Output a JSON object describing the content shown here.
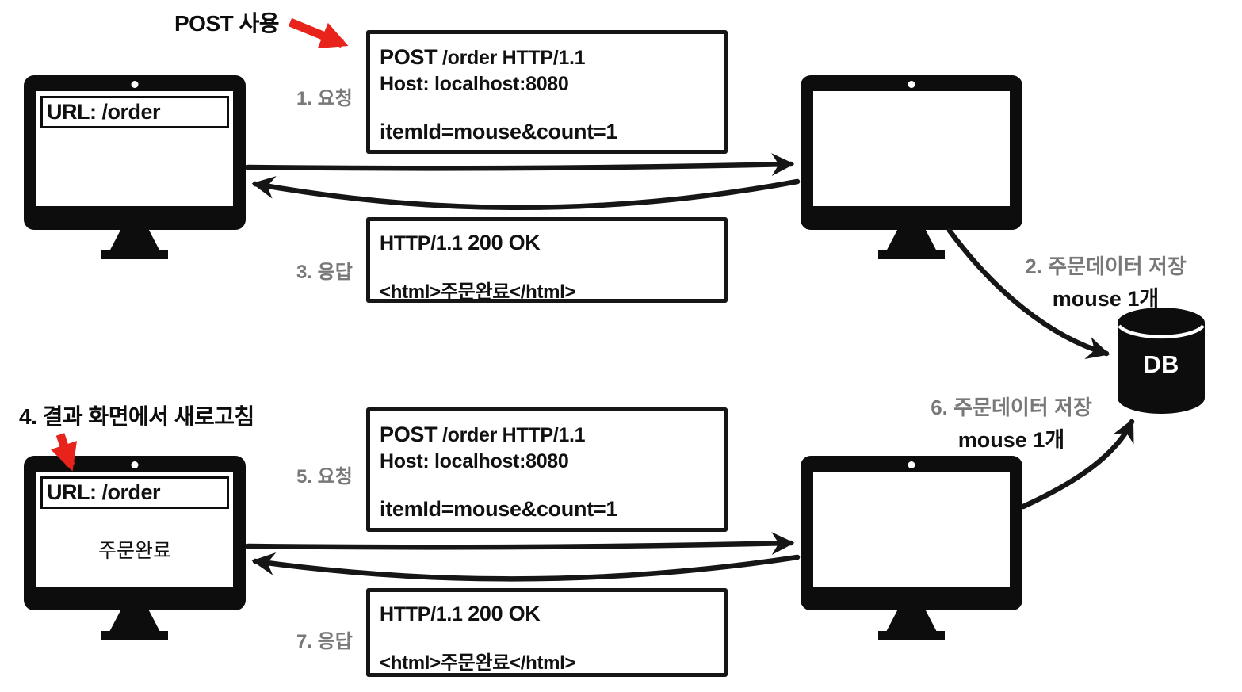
{
  "colors": {
    "black": "#0d0d0d",
    "gray_label": "#787878",
    "red_accent": "#e8231c"
  },
  "annotations": {
    "post_usage": "POST 사용",
    "refresh_note": "4. 결과 화면에서 새로고침"
  },
  "labels": {
    "step1": "1. 요청",
    "step3": "3. 응답",
    "step5": "5. 요청",
    "step7": "7. 응답"
  },
  "client_top": {
    "url": "URL: /order"
  },
  "client_bottom": {
    "url": "URL: /order",
    "body": "주문완료"
  },
  "request_top": {
    "method": "POST",
    "target": " /order HTTP/1.1",
    "host": "Host: localhost:8080",
    "body": "itemId=mouse&count=1"
  },
  "response_top": {
    "version": "HTTP/1.1 ",
    "status": "200 OK",
    "body": "<html>주문완료</html>"
  },
  "request_bottom": {
    "method": "POST",
    "target": " /order HTTP/1.1",
    "host": "Host: localhost:8080",
    "body": "itemId=mouse&count=1"
  },
  "response_bottom": {
    "version": "HTTP/1.1 ",
    "status": "200 OK",
    "body": "<html>주문완료</html>"
  },
  "save_note_top": {
    "line1": "2. 주문데이터 저장",
    "line2": "mouse 1개"
  },
  "save_note_bottom": {
    "line1": "6. 주문데이터 저장",
    "line2": "mouse 1개"
  },
  "db": {
    "label": "DB"
  }
}
